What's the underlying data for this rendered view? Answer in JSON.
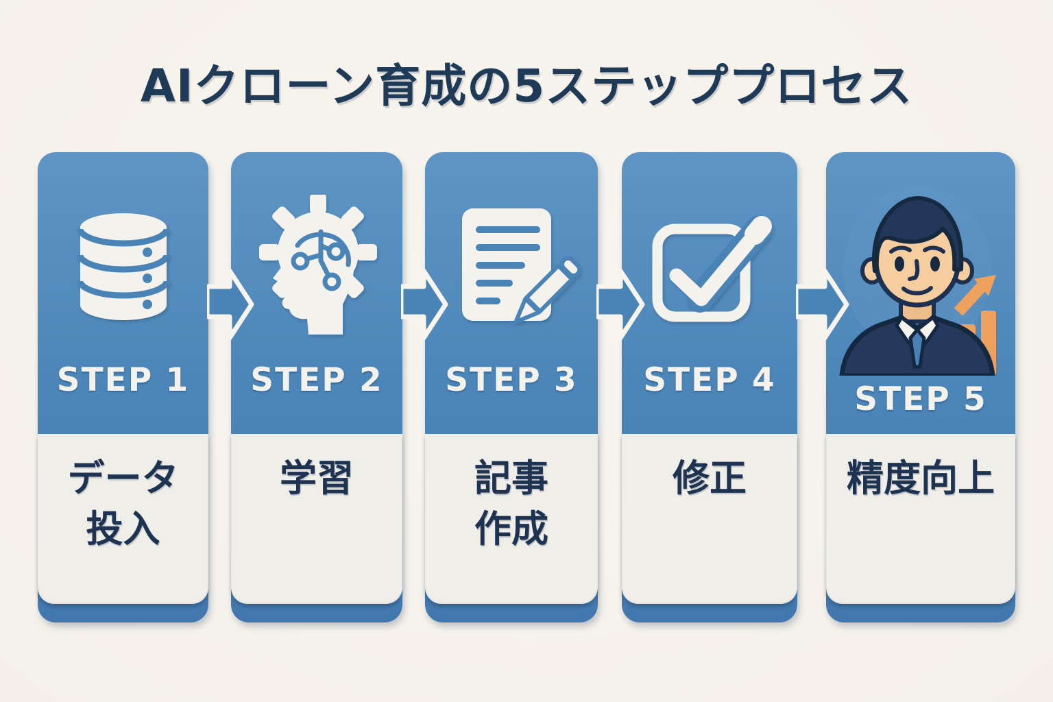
{
  "title": "AIクローン育成の5ステッププロセス",
  "colors": {
    "background": "#f6f3ed",
    "card_blue_top": "#5e95c5",
    "card_blue_bottom": "#4278ae",
    "arrow_blue": "#4a83b6",
    "panel_white": "#f0eee9",
    "navy_text": "#1f3a57",
    "step_label_text": "#f3f2ec",
    "accent_orange": "#eda15c",
    "skin_tone": "#f6cd9f"
  },
  "steps": [
    {
      "step_label": "STEP 1",
      "name": "データ投入",
      "name_lines": [
        "データ",
        "投入"
      ],
      "icon": "database"
    },
    {
      "step_label": "STEP 2",
      "name": "学習",
      "name_lines": [
        "学習"
      ],
      "icon": "ai-head-gear"
    },
    {
      "step_label": "STEP 3",
      "name": "記事作成",
      "name_lines": [
        "記事",
        "作成"
      ],
      "icon": "document-pencil"
    },
    {
      "step_label": "STEP 4",
      "name": "修正",
      "name_lines": [
        "修正"
      ],
      "icon": "checkbox-pen"
    },
    {
      "step_label": "STEP 5",
      "name": "精度向上",
      "name_lines": [
        "精度向上"
      ],
      "icon": "businessman-growth"
    }
  ]
}
